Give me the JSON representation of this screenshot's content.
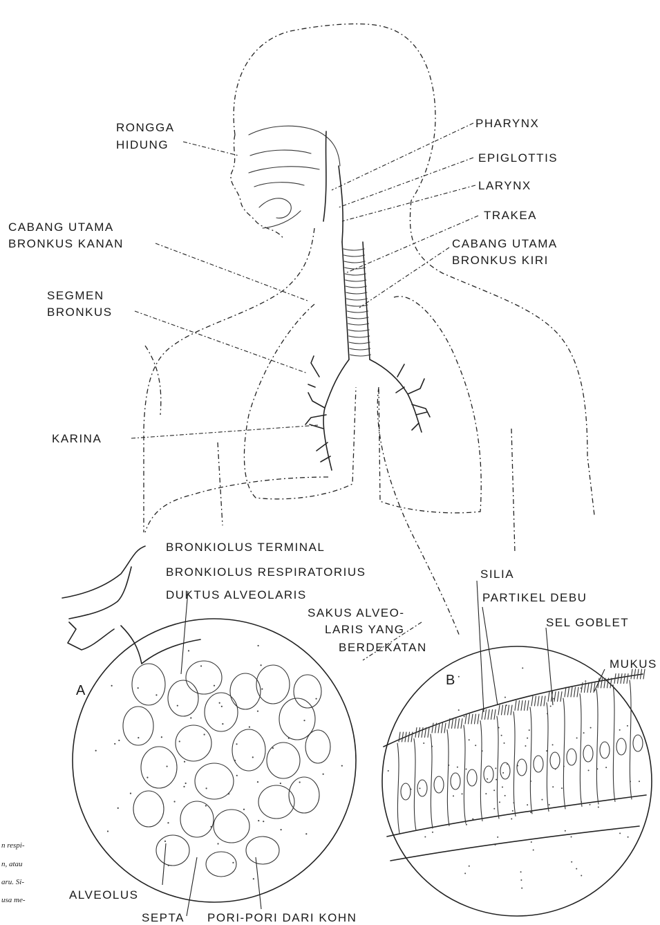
{
  "labels": {
    "rongga_hidung_1": "RONGGA",
    "rongga_hidung_2": "HIDUNG",
    "pharynx": "PHARYNX",
    "epiglottis": "EPIGLOTTIS",
    "larynx": "LARYNX",
    "trakea": "TRAKEA",
    "cabang_kanan_1": "CABANG UTAMA",
    "cabang_kanan_2": "BRONKUS KANAN",
    "cabang_kiri_1": "CABANG UTAMA",
    "cabang_kiri_2": "BRONKUS KIRI",
    "segmen_1": "SEGMEN",
    "segmen_2": "BRONKUS",
    "karina": "KARINA",
    "bronkiolus_terminal": "BRONKIOLUS TERMINAL",
    "bronkiolus_respiratorius": "BRONKIOLUS RESPIRATORIUS",
    "duktus_alveolaris": "DUKTUS ALVEOLARIS",
    "sakus_1": "SAKUS ALVEO-",
    "sakus_2": "LARIS YANG",
    "sakus_3": "BERDEKATAN",
    "silia": "SILIA",
    "partikel_debu": "PARTIKEL DEBU",
    "sel_goblet": "SEL GOBLET",
    "mukus": "MUKUS",
    "alveolus": "ALVEOLUS",
    "septa": "SEPTA",
    "pori_pori": "PORI-PORI DARI KOHN",
    "inset_a": "A",
    "inset_b": "B"
  },
  "caption_fragments": [
    "n respi-",
    "n, atau",
    "aru. Si-",
    "usa me-"
  ],
  "colors": {
    "ink": "#222222",
    "paper": "#ffffff"
  }
}
